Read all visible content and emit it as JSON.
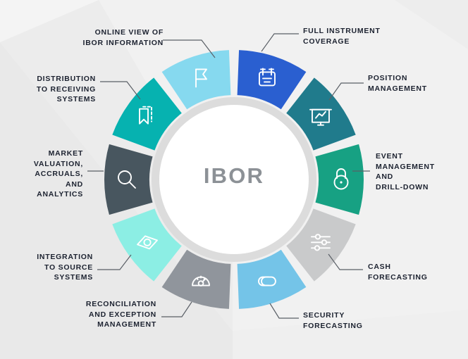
{
  "diagram": {
    "type": "donut-wheel",
    "center_label": "IBOR",
    "center_label_color": "#8c9196",
    "center_circle_color": "#ffffff",
    "inner_ring_color": "#dcdcdc",
    "background_color": "#f1f1f1",
    "label_color": "#1c2230",
    "leader_line_color": "#5a5f66",
    "segment_count": 10,
    "segments": [
      {
        "id": "full-instrument-coverage",
        "label": "FULL INSTRUMENT\nCOVERAGE",
        "color": "#06b2b0",
        "icon": "bookmark-icon",
        "start_angle": -72,
        "end_angle": -36
      },
      {
        "id": "position-management",
        "label": "POSITION\nMANAGEMENT",
        "color": "#86d9ef",
        "icon": "flag-icon",
        "start_angle": -36,
        "end_angle": 0
      },
      {
        "id": "event-management-and-drill-down",
        "label": "EVENT\nMANAGEMENT\nAND\nDRILL-DOWN",
        "color": "#2a5fd0",
        "icon": "calendar-icon",
        "start_angle": 0,
        "end_angle": 36
      },
      {
        "id": "cash-forecasting",
        "label": "CASH\nFORECASTING",
        "color": "#207b8c",
        "icon": "presentation-chart-icon",
        "start_angle": 36,
        "end_angle": 72
      },
      {
        "id": "security-forecasting",
        "label": "SECURITY\nFORECASTING",
        "color": "#17a183",
        "icon": "lock-icon",
        "start_angle": 72,
        "end_angle": 108
      },
      {
        "id": "reconciliation-and-exception-management",
        "label": "RECONCILIATION\nAND EXCEPTION\nMANAGEMENT",
        "color": "#c9cacb",
        "icon": "sliders-icon",
        "start_angle": 108,
        "end_angle": 144
      },
      {
        "id": "integration-to-source-systems",
        "label": "INTEGRATION\nTO SOURCE\nSYSTEMS",
        "color": "#74c4e8",
        "icon": "link-icon",
        "start_angle": 144,
        "end_angle": 180
      },
      {
        "id": "market-valuation-accruals-and-analytics",
        "label": "MARKET\nVALUATION,\nACCRUALS,\nAND\nANALYTICS",
        "color": "#90959c",
        "icon": "gauge-icon",
        "start_angle": 180,
        "end_angle": 216
      },
      {
        "id": "distribution-to-receiving-systems",
        "label": "DISTRIBUTION\nTO RECEIVING\nSYSTEMS",
        "color": "#8ceee4",
        "icon": "eye-icon",
        "start_angle": 216,
        "end_angle": 252
      },
      {
        "id": "online-view-of-ibor-information",
        "label": "ONLINE VIEW OF\nIBOR INFORMATION",
        "color": "#48565f",
        "icon": "search-icon",
        "start_angle": 252,
        "end_angle": 288
      }
    ]
  }
}
